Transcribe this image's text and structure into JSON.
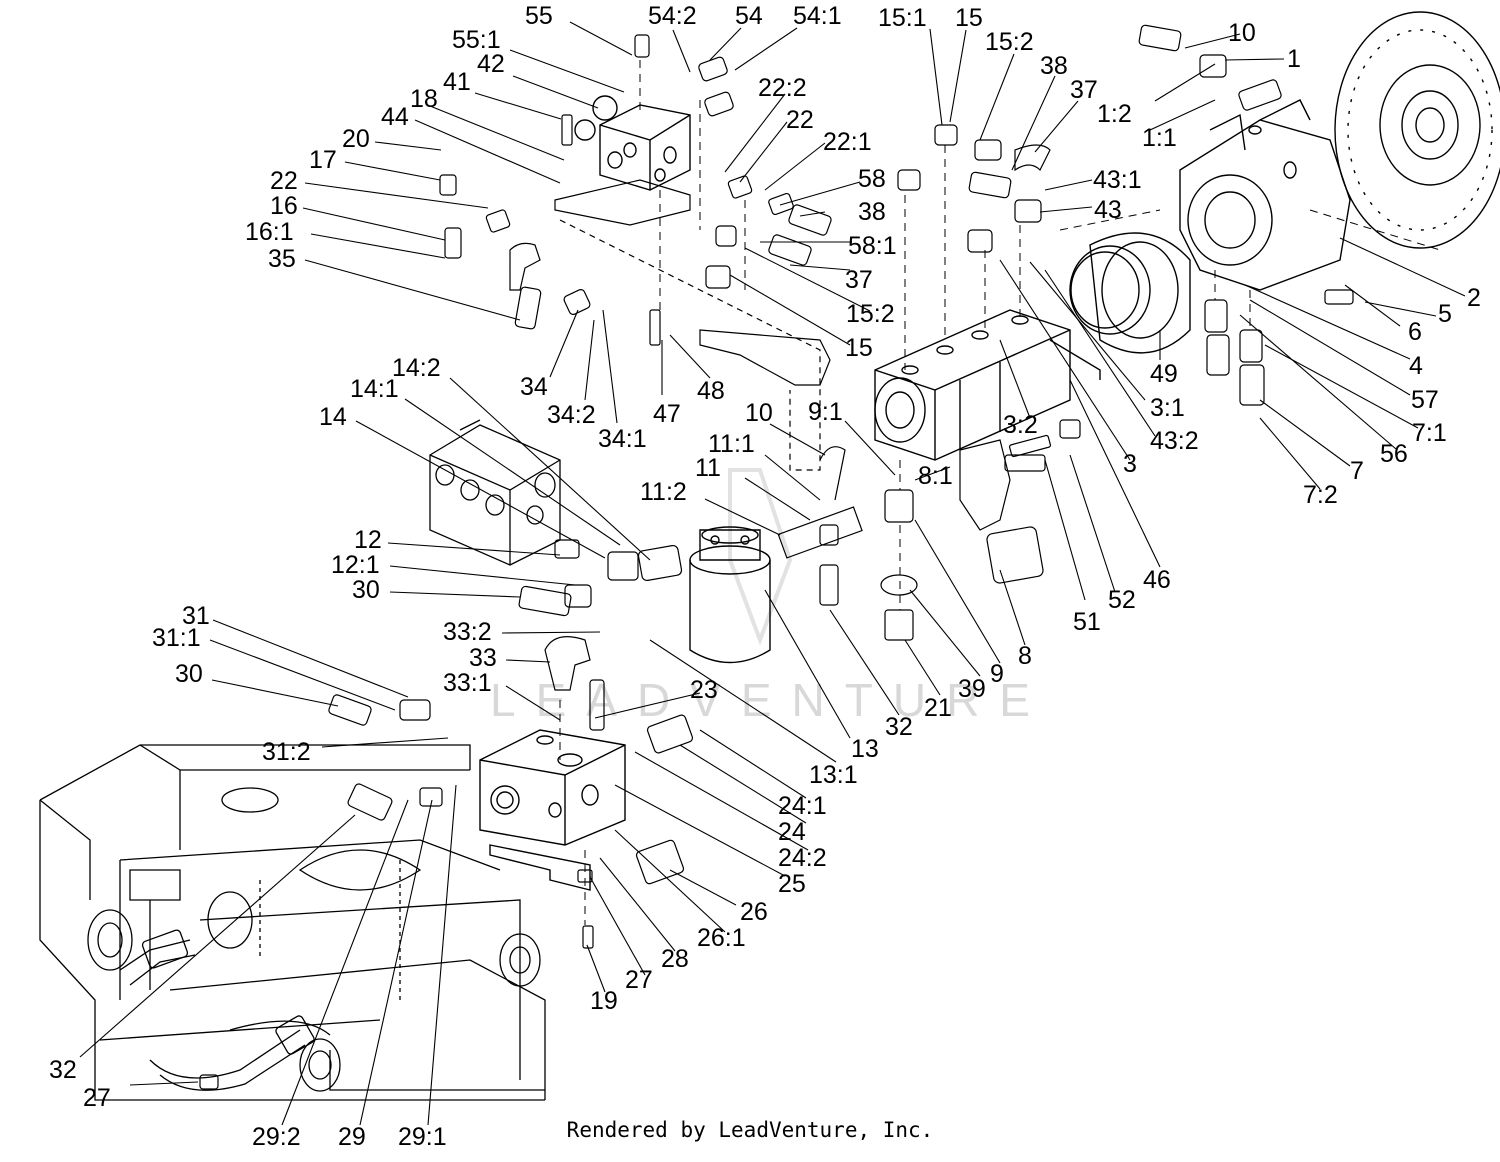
{
  "footer": "Rendered by LeadVenture, Inc.",
  "watermark": "LEADVENTURE",
  "callouts": [
    "55",
    "54:2",
    "54",
    "54:1",
    "15:1",
    "15",
    "15:2",
    "38",
    "37",
    "10",
    "1",
    "55:1",
    "42",
    "41",
    "18",
    "44",
    "20",
    "17",
    "22",
    "16",
    "16:1",
    "35",
    "22:2",
    "22",
    "22:1",
    "58",
    "38",
    "58:1",
    "37",
    "15:2",
    "15",
    "43:1",
    "43",
    "1:2",
    "1:1",
    "2",
    "5",
    "6",
    "4",
    "57",
    "7:1",
    "56",
    "7",
    "7:2",
    "49",
    "3:1",
    "43:2",
    "3",
    "3:2",
    "46",
    "34",
    "34:2",
    "34:1",
    "47",
    "48",
    "14:2",
    "14:1",
    "14",
    "10",
    "9:1",
    "11:1",
    "11",
    "11:2",
    "8:1",
    "51",
    "52",
    "12",
    "12:1",
    "30",
    "33:2",
    "33",
    "33:1",
    "13",
    "13:1",
    "32",
    "21",
    "39",
    "9",
    "8",
    "31",
    "31:1",
    "30",
    "23",
    "31:2",
    "24:1",
    "24",
    "24:2",
    "25",
    "26",
    "26:1",
    "28",
    "27",
    "19",
    "32",
    "27",
    "29:2",
    "29",
    "29:1"
  ]
}
